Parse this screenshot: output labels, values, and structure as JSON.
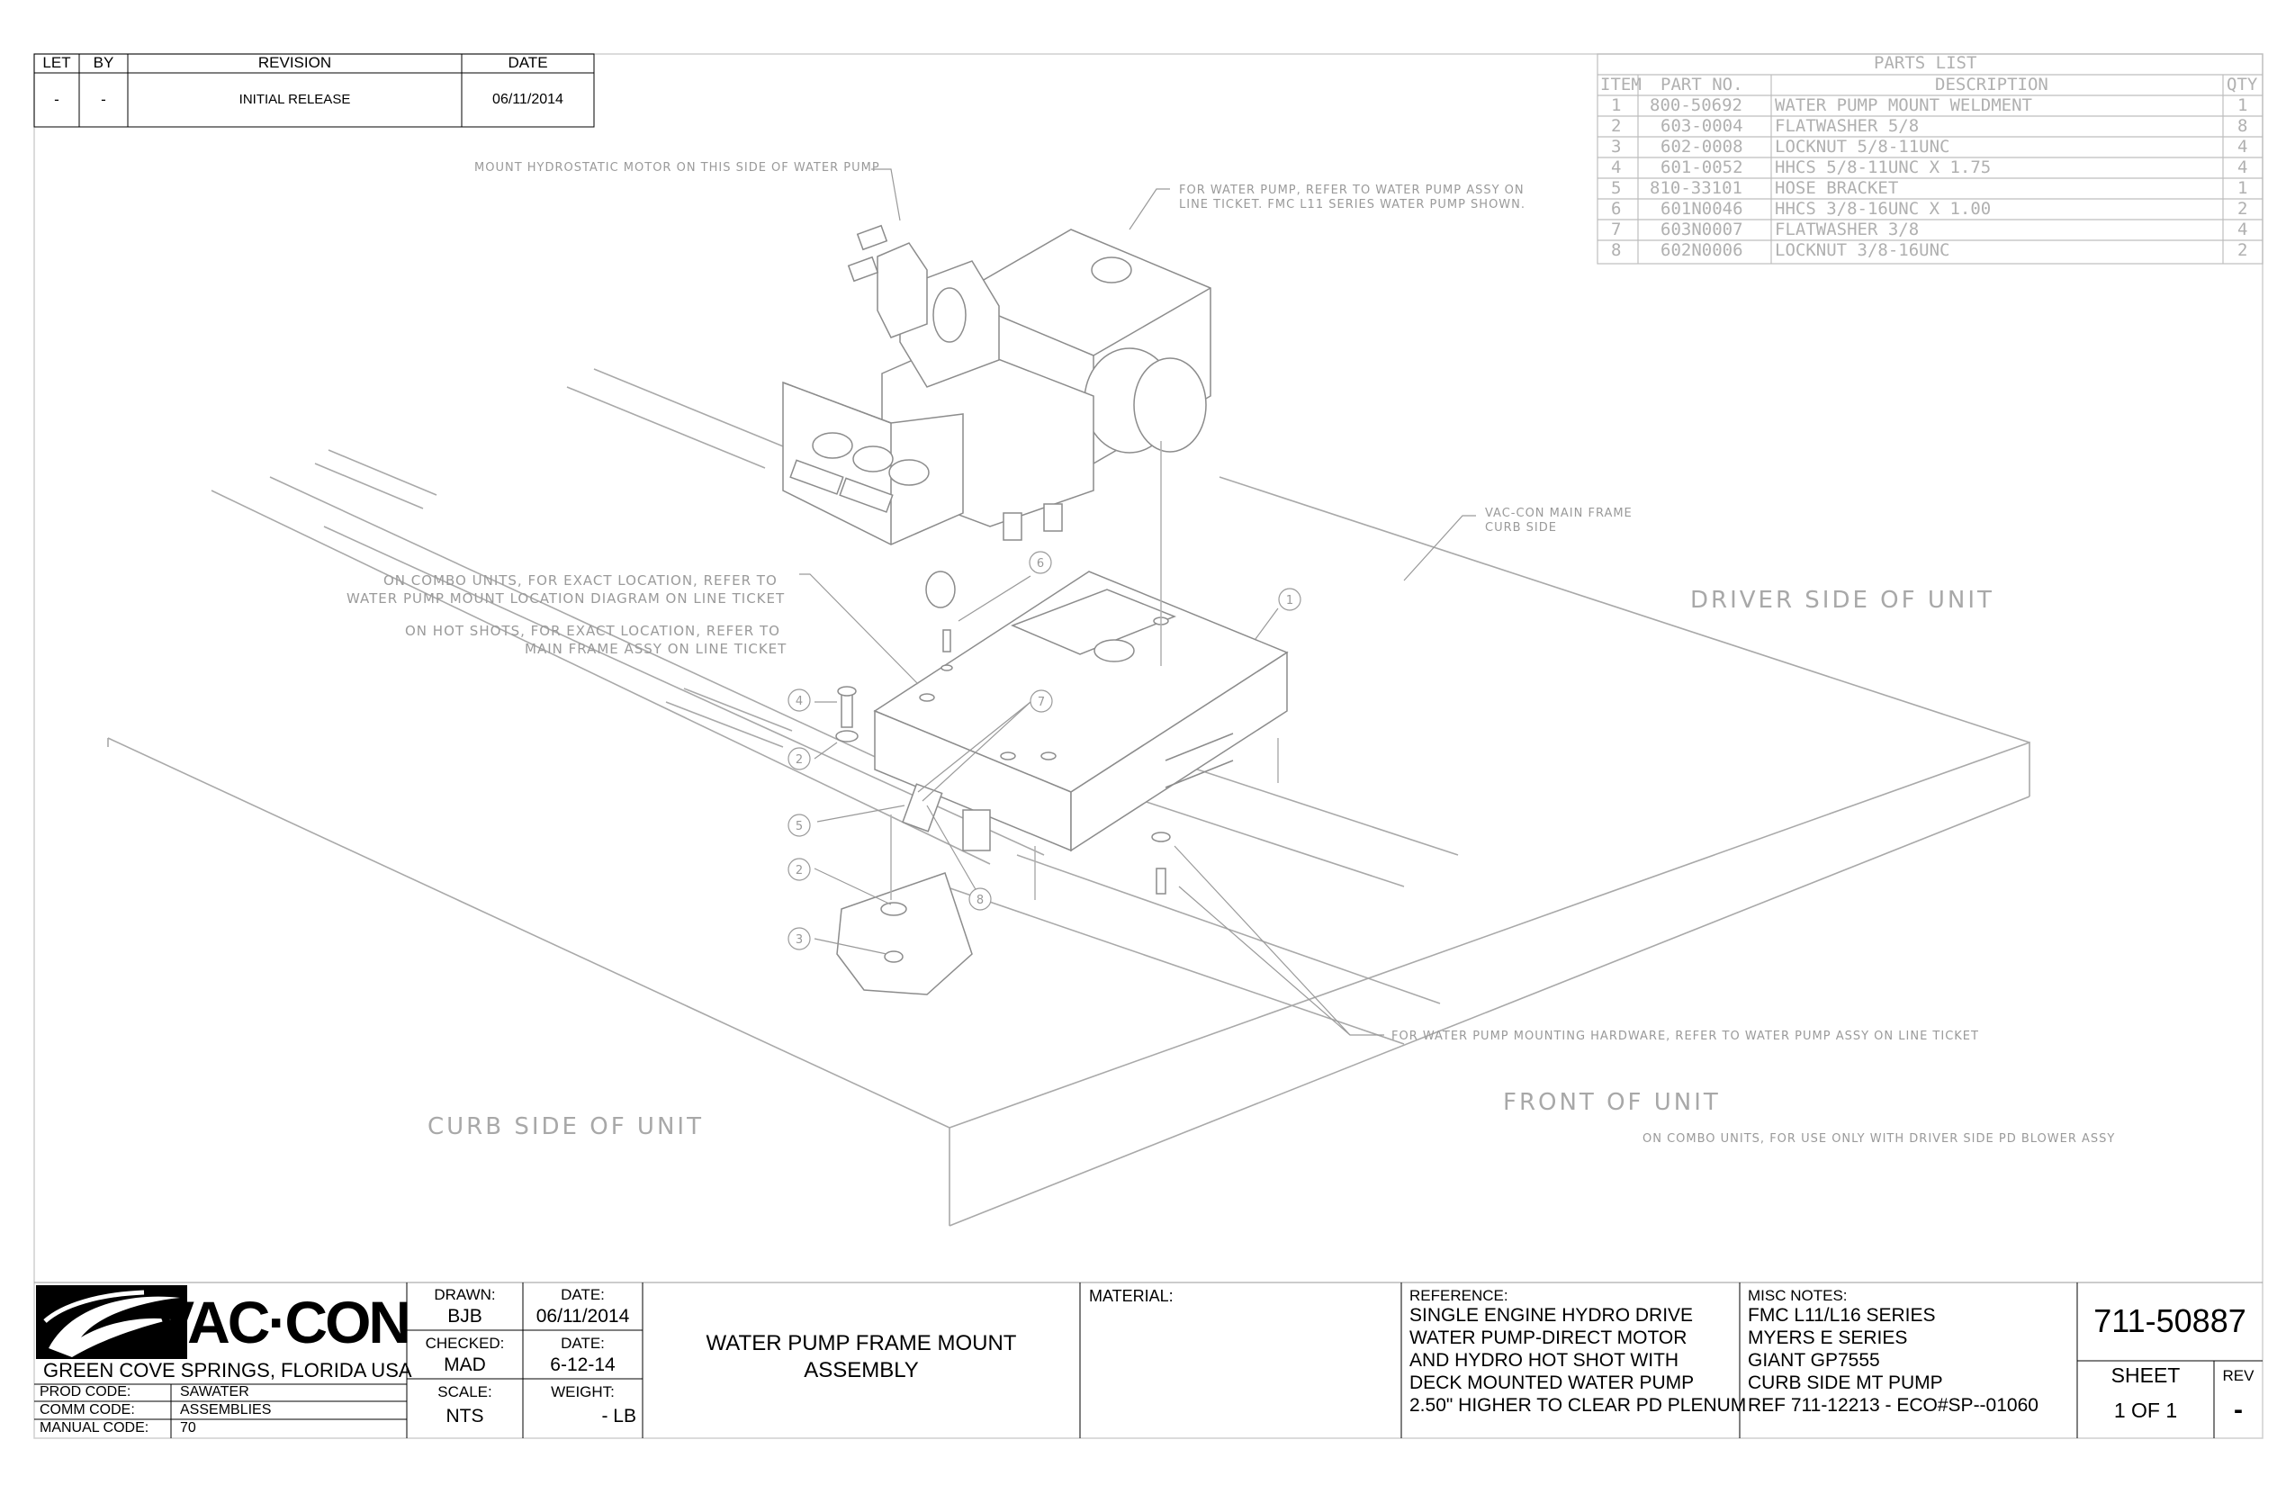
{
  "revision_block": {
    "headers": [
      "LET",
      "BY",
      "REVISION",
      "DATE"
    ],
    "rows": [
      [
        "-",
        "-",
        "INITIAL RELEASE",
        "06/11/2014"
      ]
    ]
  },
  "parts_list": {
    "title": "PARTS LIST",
    "headers": [
      "ITEM",
      "PART NO.",
      "DESCRIPTION",
      "QTY"
    ],
    "rows": [
      [
        "1",
        "800-50692",
        "WATER PUMP MOUNT WELDMENT",
        "1"
      ],
      [
        "2",
        "603-0004",
        "FLATWASHER 5/8",
        "8"
      ],
      [
        "3",
        "602-0008",
        "LOCKNUT 5/8-11UNC",
        "4"
      ],
      [
        "4",
        "601-0052",
        "HHCS 5/8-11UNC X 1.75",
        "4"
      ],
      [
        "5",
        "810-33101",
        "HOSE BRACKET",
        "1"
      ],
      [
        "6",
        "601N0046",
        "HHCS 3/8-16UNC X 1.00",
        "2"
      ],
      [
        "7",
        "603N0007",
        "FLATWASHER 3/8",
        "4"
      ],
      [
        "8",
        "602N0006",
        "LOCKNUT 3/8-16UNC",
        "2"
      ]
    ]
  },
  "notes": {
    "hydrostatic": "MOUNT HYDROSTATIC MOTOR ON THIS SIDE OF WATER PUMP",
    "water_pump_1": "FOR WATER PUMP, REFER TO WATER PUMP ASSY ON",
    "water_pump_2": "LINE TICKET. FMC L11 SERIES WATER PUMP SHOWN.",
    "main_frame_1": "VAC-CON MAIN FRAME",
    "main_frame_2": "CURB SIDE",
    "combo_1": "ON COMBO UNITS, FOR EXACT LOCATION, REFER TO",
    "combo_2": "WATER PUMP MOUNT LOCATION DIAGRAM ON LINE TICKET",
    "hot_shot_1": "ON HOT SHOTS, FOR EXACT LOCATION, REFER TO",
    "hot_shot_2": "MAIN FRAME ASSY ON LINE TICKET",
    "hardware": "FOR WATER PUMP MOUNTING HARDWARE, REFER TO WATER PUMP ASSY ON LINE TICKET",
    "combo_blower": "ON COMBO UNITS, FOR USE ONLY WITH DRIVER SIDE PD BLOWER ASSY",
    "driver_side": "DRIVER SIDE OF UNIT",
    "curb_side": "CURB SIDE OF UNIT",
    "front": "FRONT OF UNIT"
  },
  "balloons": [
    "1",
    "4",
    "2",
    "5",
    "2",
    "3",
    "6",
    "7",
    "8"
  ],
  "title_block": {
    "logo_text": "VAC·CON",
    "location": "GREEN COVE SPRINGS, FLORIDA USA",
    "codes": [
      {
        "label": "PROD CODE:",
        "value": "SAWATER"
      },
      {
        "label": "COMM CODE:",
        "value": "ASSEMBLIES"
      },
      {
        "label": "MANUAL CODE:",
        "value": "70"
      }
    ],
    "drawn_label": "DRAWN:",
    "drawn": "BJB",
    "date_label": "DATE:",
    "date1": "06/11/2014",
    "checked_label": "CHECKED:",
    "checked": "MAD",
    "date2": "6-12-14",
    "scale_label": "SCALE:",
    "scale": "NTS",
    "weight_label": "WEIGHT:",
    "weight": "- LB",
    "title_line1": "WATER PUMP FRAME MOUNT",
    "title_line2": "ASSEMBLY",
    "material_label": "MATERIAL:",
    "reference_label": "REFERENCE:",
    "reference_lines": [
      "SINGLE ENGINE HYDRO DRIVE",
      "WATER PUMP-DIRECT MOTOR",
      "AND HYDRO HOT SHOT WITH",
      "DECK MOUNTED WATER PUMP",
      "2.50\" HIGHER TO CLEAR PD PLENUM"
    ],
    "misc_label": "MISC NOTES:",
    "misc_lines": [
      "FMC L11/L16 SERIES",
      "MYERS E SERIES",
      "GIANT GP7555",
      "CURB SIDE MT PUMP",
      "REF 711-12213 - ECO#SP--01060"
    ],
    "drawing_number": "711-50887",
    "sheet_label": "SHEET",
    "sheet": "1 OF 1",
    "rev_label": "REV",
    "rev": "-"
  }
}
